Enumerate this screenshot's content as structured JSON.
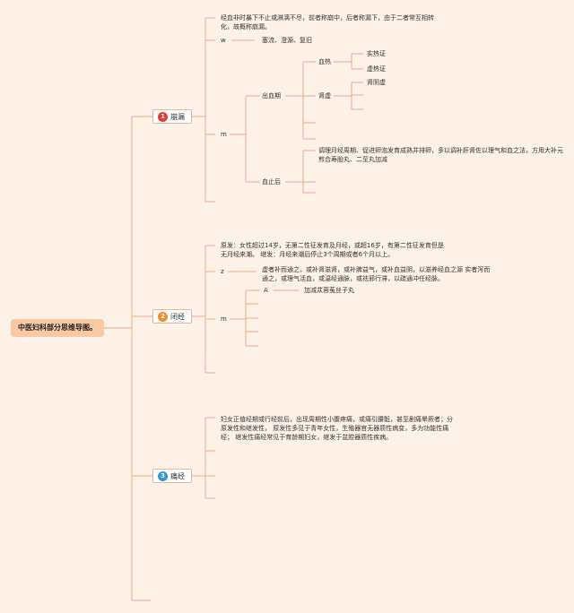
{
  "colors": {
    "line": "#f0a987",
    "root_bg": "#fbc9a4",
    "badge1": "#e53935",
    "badge2": "#f28c2a",
    "badge3": "#2e9bd6"
  },
  "root": "中医妇科部分思维导图。",
  "branches": [
    {
      "num": "1",
      "label": "崩漏"
    },
    {
      "num": "2",
      "label": "闭经"
    },
    {
      "num": "3",
      "label": "痛经"
    }
  ],
  "bengl": {
    "def": "经血非时暴下不止或淋漓不尽，前者称崩中，后者称漏下，由于二者常互相转化，故概称崩漏。",
    "w_key": "w",
    "w_text": "塞流、澄源、复旧",
    "m_key": "m",
    "bleeding": "出血期",
    "blood_heat": "血热",
    "shire": "实热证",
    "xure": "虚热证",
    "shenxu": "肾虚",
    "shenyinxu": "肾阴虚",
    "after": "血止后",
    "after_text": "调理月经周期、促进卵泡发育成熟并排卵，多以调补肝肾佐以理气和血之法，方用大补元煎合寿胎丸、二至丸加减"
  },
  "bijing": {
    "def": "原发：女性超过14岁，无第二性征发育及月经，或超16岁，有第二性征发育但是无月经来潮。 继发：月经来潮后停止3个周期或者6个月以上。",
    "z_key": "z",
    "z_text": "虚者补而通之，或补肾滋肾，或补脾益气，或补血益阴，以滋养经血之源 实者泻而通之，或理气活血，或温经通脉，或祛邪行滞，以疏通冲任经脉。",
    "m_key": "m",
    "a_key": "A",
    "a_text": "加减苁蓉菟丝子丸"
  },
  "tongjing": {
    "def": "妇女正值经期或行经前后，出现周期性小腹疼痛，或痛引腰骶，甚至剧痛晕厥者；分原发性和继发性， 原发性多见于青年女性，生殖器官无器质性病变，多为功能性痛经； 继发性痛经常见于育龄期妇女，继发于盆腔器质性疾病。"
  }
}
